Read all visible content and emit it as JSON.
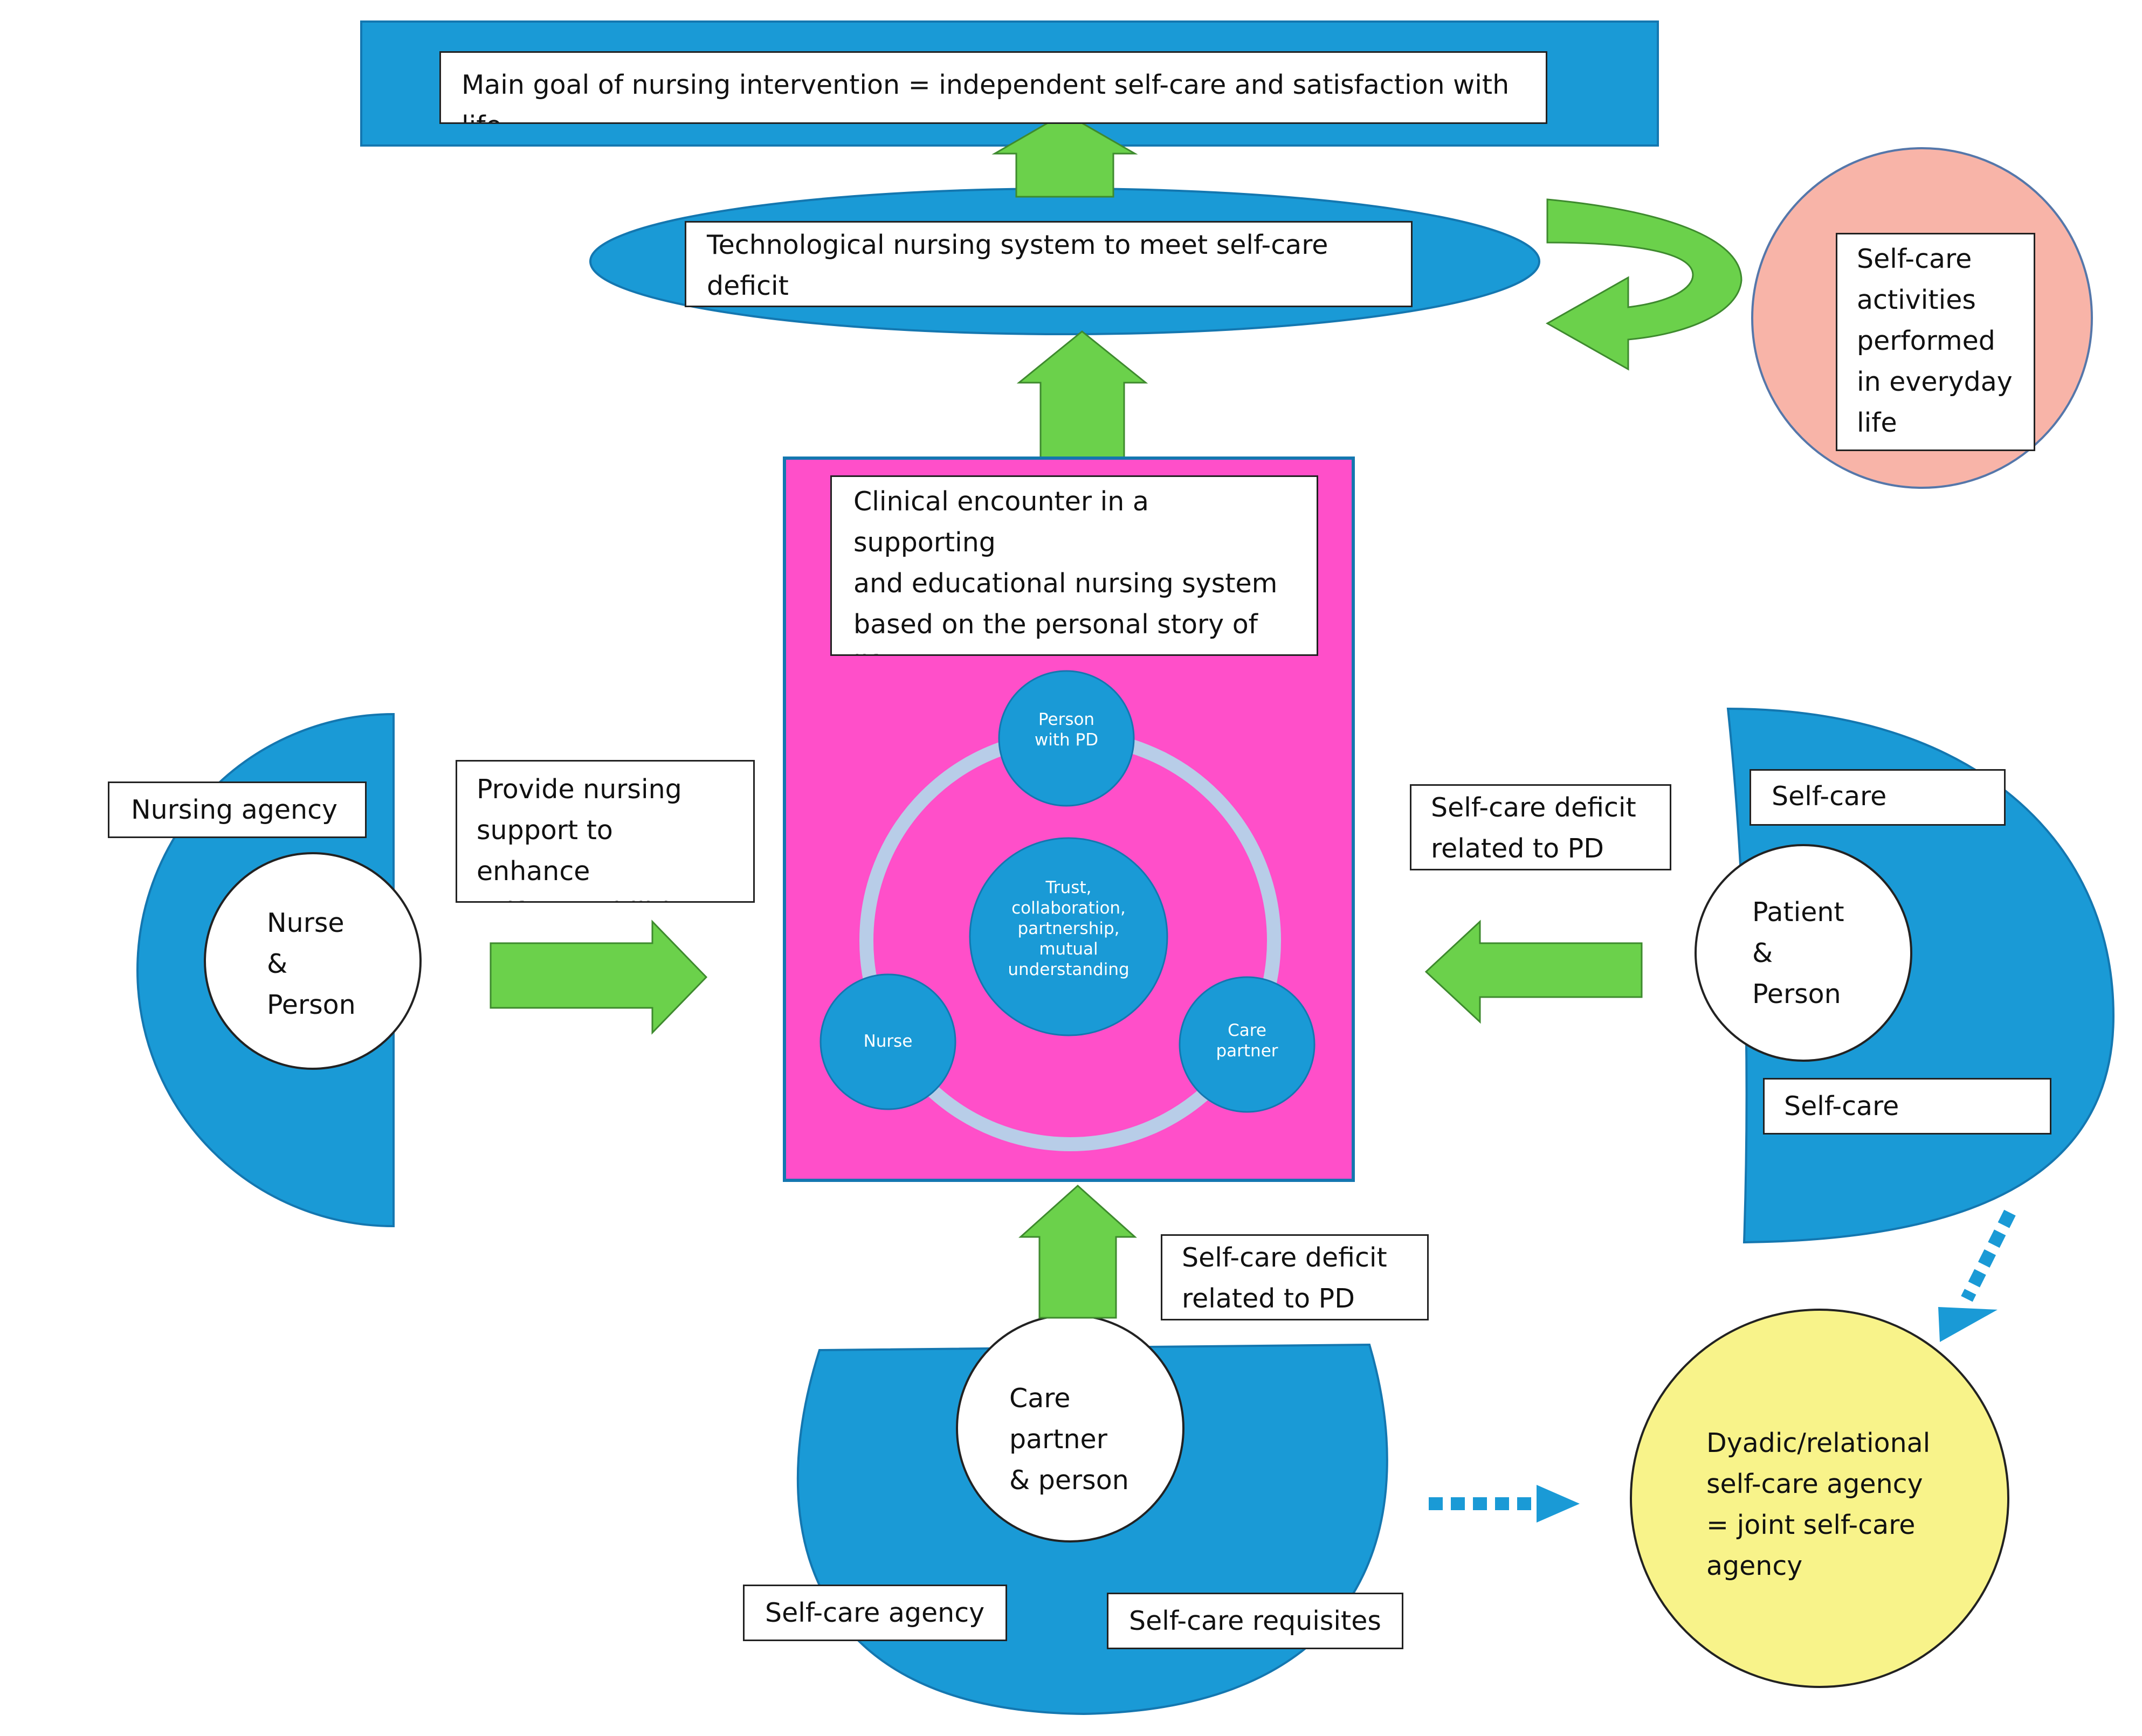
{
  "colors": {
    "blue": "#1a9ad6",
    "green": "#6bd14b",
    "magenta": "#ff4fc9",
    "salmon": "#f8b4a8",
    "yellow": "#f8f38a",
    "ring": "#b8cde8"
  },
  "goal": {
    "text": "Main goal of nursing intervention = independent self-care and satisfaction with life"
  },
  "technological": {
    "text": "Technological nursing system to meet self-care deficit\n“A documented plan of action”. Evaluate plan."
  },
  "everyday": {
    "text": "Self-care\nactivities\nperformed\nin everyday\nlife"
  },
  "encounter": {
    "text": "Clinical encounter in a supporting\nand educational nursing system\nbased on the personal story of life\nwith PD",
    "person": "Person\nwith PD",
    "center": "Trust,\ncollaboration,\npartnership,\nmutual\nunderstanding",
    "nurse": "Nurse",
    "partner": "Care\npartner"
  },
  "nurse_side": {
    "agency": "Nursing agency",
    "person": "Nurse\n&\nPerson",
    "provide": "Provide nursing\nsupport to enhance\nself-care abilities"
  },
  "patient_side": {
    "agency": "Self-care agency",
    "person": "Patient\n&\nPerson",
    "requisites": "Self-care requisites",
    "deficit": "Self-care deficit\nrelated to PD"
  },
  "partner_side": {
    "person": "Care\npartner\n& person",
    "deficit": "Self-care deficit\nrelated to PD",
    "agency": "Self-care agency",
    "requisites": "Self-care requisites"
  },
  "dyadic": {
    "text": "Dyadic/relational\nself-care  agency\n= joint self-care\nagency"
  }
}
